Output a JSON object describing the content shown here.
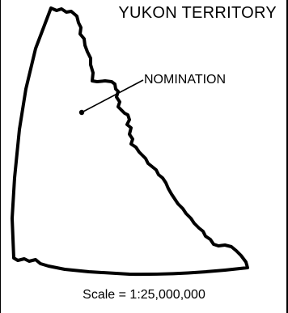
{
  "map": {
    "title": "YUKON TERRITORY",
    "callout": {
      "label": "NOMINATION"
    },
    "scale": "Scale = 1:25,000,000",
    "colors": {
      "ink": "#000000",
      "background": "#ffffff"
    }
  }
}
